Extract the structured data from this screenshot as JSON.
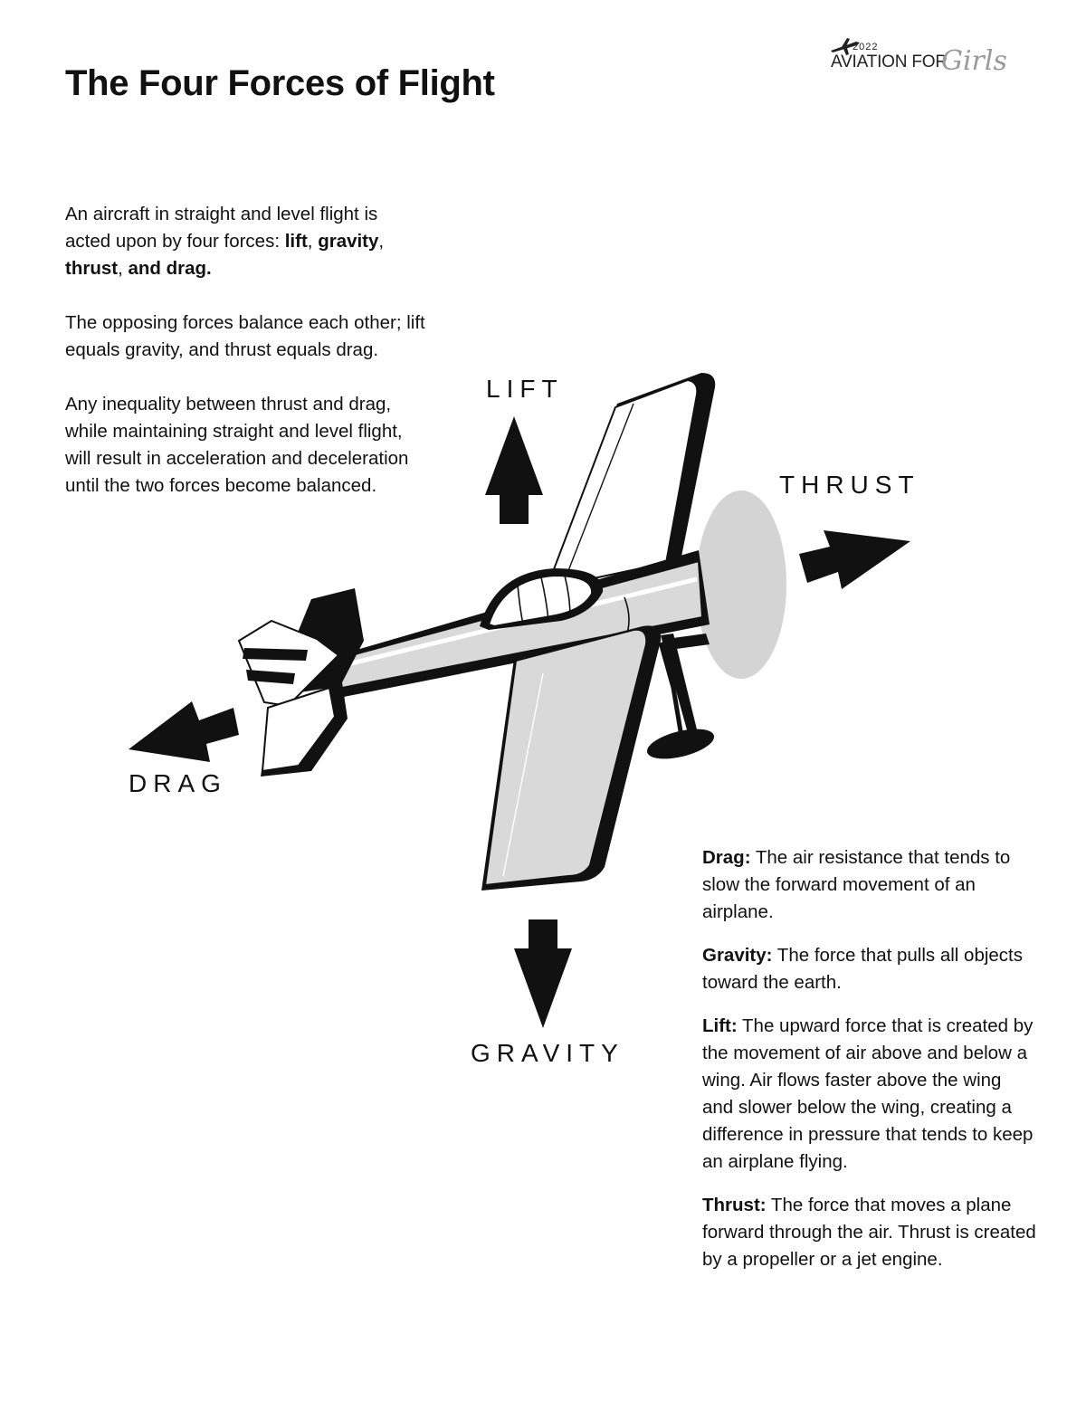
{
  "title": "The Four Forces of Flight",
  "logo": {
    "year": "2022",
    "main": "AVIATION FOR",
    "script": "Girls"
  },
  "intro": {
    "p1": {
      "lead": "An aircraft in straight and level flight is acted upon by four forces: ",
      "lift": "lift",
      "sep1": ", ",
      "gravity": "gravity",
      "sep2": ", ",
      "thrust": "thrust",
      "sep3": ", ",
      "drag": "and drag."
    },
    "p2": "The opposing forces balance each other; lift equals gravity, and thrust equals drag.",
    "p3": "Any inequality between thrust and drag, while maintaining straight and level flight, will result in acceleration and deceleration until the two forces become balanced."
  },
  "forces": {
    "lift": "LIFT",
    "thrust": "THRUST",
    "drag": "DRAG",
    "gravity": "GRAVITY"
  },
  "definitions": [
    {
      "term": "Drag:",
      "text": " The air resistance that tends to slow the forward movement of an airplane."
    },
    {
      "term": "Gravity:",
      "text": " The force that pulls all objects toward the earth."
    },
    {
      "term": "Lift:",
      "text": " The upward force that is created by the movement of air above and below a wing. Air flows faster above the wing and slower below the wing, creating a difference in pressure that tends to keep an airplane flying."
    },
    {
      "term": "Thrust:",
      "text": " The force that moves a plane forward through the air. Thrust is created by a propeller or a jet engine."
    }
  ],
  "colors": {
    "ink": "#111111",
    "plane_fill": "#d9d9d9",
    "propeller_disc": "#d4d4d4",
    "logo_script": "#999999"
  },
  "icons": [
    "plane-icon",
    "lift-arrow-icon",
    "thrust-arrow-icon",
    "drag-arrow-icon",
    "gravity-arrow-icon"
  ]
}
